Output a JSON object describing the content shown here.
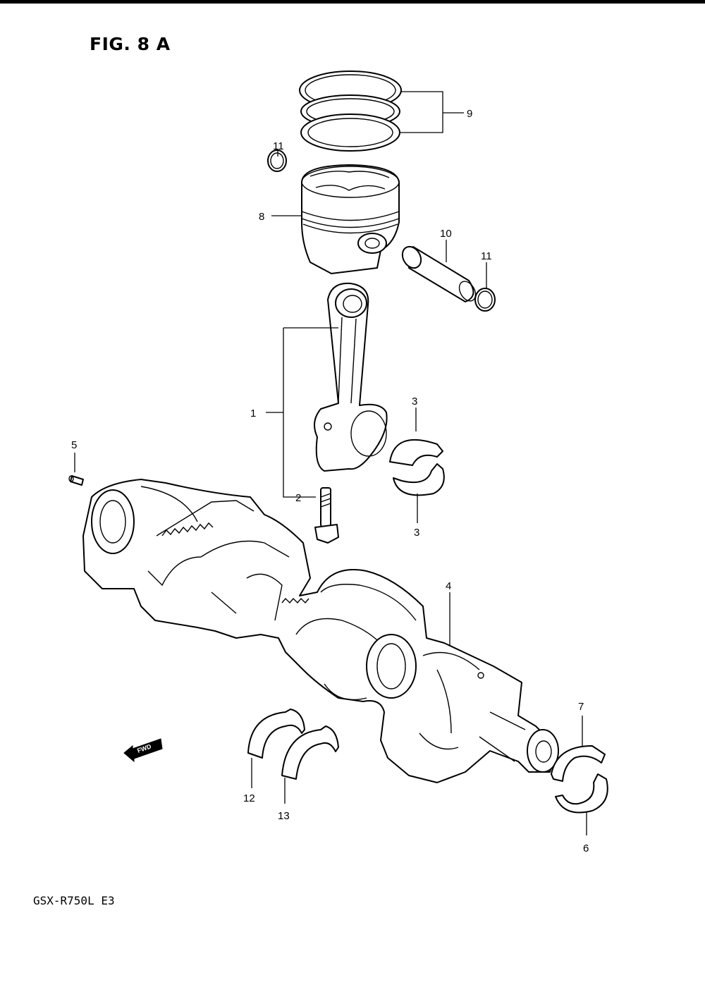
{
  "figure": {
    "title": "FIG. 8 A",
    "model": "GSX-R750L  E3",
    "direction_badge": "FWD",
    "callouts": {
      "connecting_rod": "1",
      "rod_bolt": "2",
      "rod_bearing_top": "3",
      "rod_bearing_bottom": "3",
      "crankshaft": "4",
      "pin": "5",
      "main_bearing_lower": "6",
      "main_bearing_upper": "7",
      "piston": "8",
      "piston_rings": "9",
      "piston_pin": "10",
      "circlip_left": "11",
      "circlip_right": "11",
      "thrust_washer_a": "12",
      "thrust_washer_b": "13"
    }
  }
}
